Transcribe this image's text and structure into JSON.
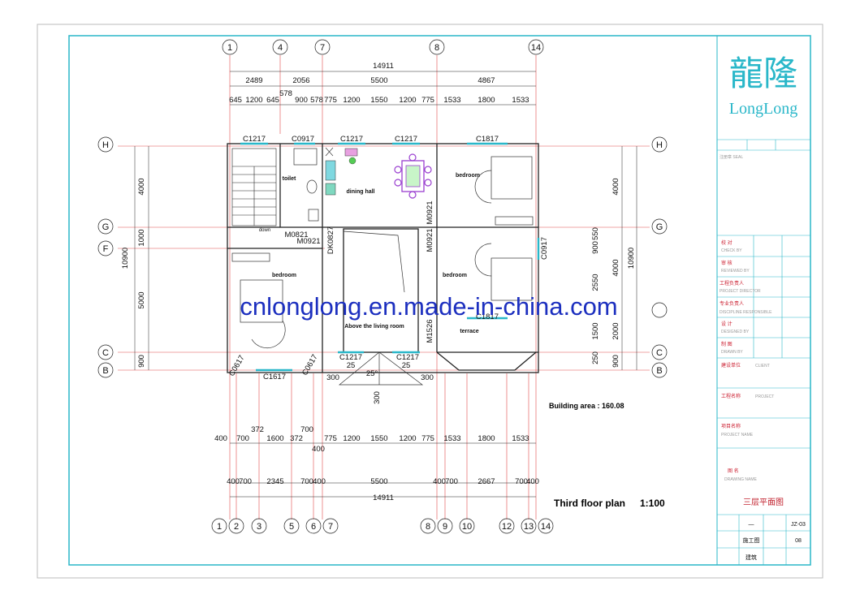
{
  "logo": {
    "chinese": "龍隆",
    "english": "LongLong"
  },
  "watermark": "cnlonglong.en.made-in-china.com",
  "plan": {
    "title": "Third floor plan",
    "scale": "1:100",
    "building_area": "Building area : 160.08",
    "chinese_name": "三层平面图"
  },
  "axes": {
    "top": [
      "1",
      "4",
      "7",
      "8",
      "14"
    ],
    "bottom": [
      "1",
      "2",
      "3",
      "5",
      "6",
      "7",
      "8",
      "9",
      "10",
      "12",
      "13",
      "14"
    ],
    "side": [
      "H",
      "G",
      "F",
      "C",
      "B"
    ]
  },
  "dims": {
    "top_total": "14911",
    "top_row1": [
      "2489",
      "2056",
      "5500",
      "4867"
    ],
    "top_row2": [
      "645",
      "1200",
      "645",
      "900",
      "578",
      "775",
      "1200",
      "1550",
      "1200",
      "775",
      "1533",
      "1800",
      "1533"
    ],
    "top_578": "578",
    "bottom_row1": [
      "400",
      "700",
      "1600",
      "372",
      "775",
      "1200",
      "1550",
      "1200",
      "775",
      "1533",
      "1800",
      "1533"
    ],
    "bottom_372": "372",
    "bottom_700": "700",
    "bottom_400": "400",
    "bottom_row2": [
      "400",
      "700",
      "2345",
      "700",
      "400",
      "5500",
      "400",
      "700",
      "2667",
      "700",
      "400"
    ],
    "bottom_total": "14911",
    "left_total": "10900",
    "left_parts": [
      "4000",
      "1000",
      "5000",
      "900"
    ],
    "right_total": "10900",
    "right_parts": [
      "4000",
      "4000",
      "2000",
      "900"
    ],
    "right_inner": [
      "550",
      "900",
      "2550",
      "1500",
      "250"
    ]
  },
  "rooms": {
    "toilet": "toilet",
    "dining": "dining hall",
    "bedroom1": "bedroom",
    "bedroom2": "bedroom",
    "bedroom3": "bedroom",
    "living": "Above the living room",
    "terrace": "terrace",
    "down": "down"
  },
  "openings": {
    "c1217a": "C1217",
    "c0917a": "C0917",
    "c1217b": "C1217",
    "c1217c": "C1217",
    "c1817a": "C1817",
    "m0821": "M0821",
    "m0921a": "M0921",
    "dk0827": "DK0827",
    "m0921b": "M0921",
    "m0921c": "M0921",
    "c0917b": "C0917",
    "c1817b": "C1817",
    "m1526": "M1526",
    "c0617a": "C0617",
    "c1617": "C1617",
    "c0617b": "C0617",
    "c1217d": "C1217",
    "c1217e": "C1217"
  },
  "roof": {
    "slope1": "25",
    "slope2": "25",
    "slope3": "25°",
    "w1": "300",
    "w2": "300",
    "w3": "300"
  },
  "title_block": {
    "seal": "注册章 SEAL",
    "reviewer": "校 对",
    "reviewer_en": "CHECK BY",
    "approver": "审 核",
    "approver_en": "REVIEWED BY",
    "proj_lead": "工程负责人",
    "proj_lead_en": "PROJECT DIRECTOR",
    "spec_lead": "专业负责人",
    "spec_lead_en": "DISCIPLINE RESPONSIBLE",
    "designer": "设 计",
    "designer_en": "DESIGNED BY",
    "drawer": "制 图",
    "drawer_en": "DRAWN BY",
    "client": "建设单位",
    "client_en": "CLIENT",
    "project": "工程名称",
    "project_en": "PROJECT",
    "item": "项目名称",
    "item_en": "PROJECT NAME",
    "drawing": "图 名",
    "drawing_en": "DRAWING NAME",
    "drawing_no": "JZ-03",
    "stage": "施工图",
    "sheet_no": "08",
    "discipline": "建筑",
    "dash": "—"
  }
}
